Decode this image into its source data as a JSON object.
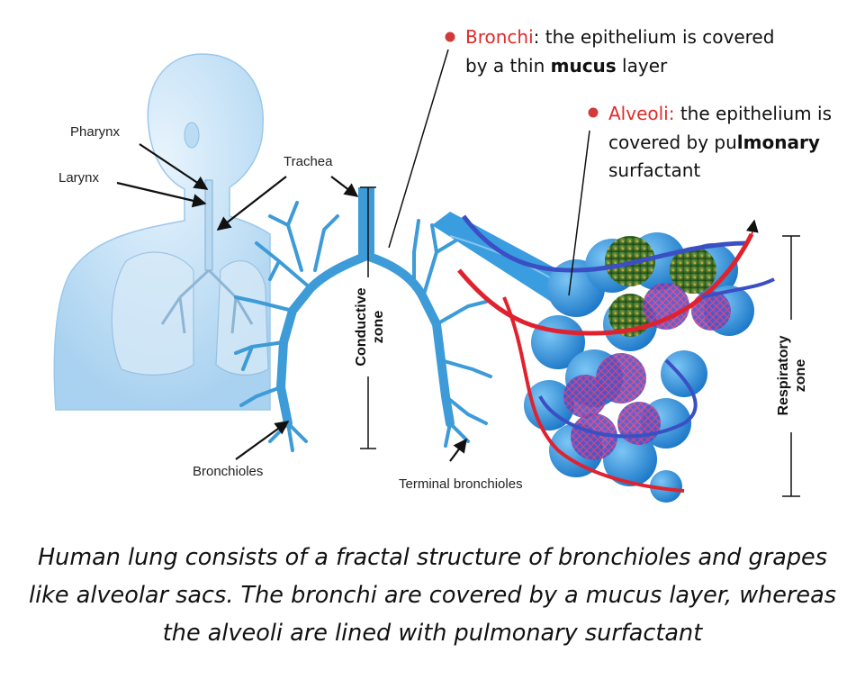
{
  "labels": {
    "pharynx": "Pharynx",
    "larynx": "Larynx",
    "trachea": "Trachea",
    "bronchioles": "Bronchioles",
    "terminal_bronchioles": "Terminal bronchioles",
    "conductive_zone_line1": "Conductive",
    "conductive_zone_line2": "zone",
    "respiratory_zone_line1": "Respiratory",
    "respiratory_zone_line2": "zone"
  },
  "notes": {
    "bronchi": {
      "term": "Bronchi",
      "text1": ": the epithelium is covered",
      "text2a": "by a thin ",
      "text2b": "mucus",
      "text2c": " layer"
    },
    "alveoli": {
      "term": "Alveoli:",
      "text1": " the epithelium is",
      "text2a": "covered by pu",
      "text2b": "lmonary",
      "text3": "surfactant"
    }
  },
  "caption": {
    "line1": "Human lung consists of a fractal structure of bronchioles and grapes",
    "line2": "like alveolar sacs. The bronchi are covered by a mucus layer, whereas",
    "line3": "the alveoli are lined with pulmonary surfactant"
  },
  "colors": {
    "accent_red": "#e02b2b",
    "bronchi_blue": "#3d9bd8",
    "alveoli_blue": "#2f8fdc",
    "body_blue": "#cfe6f8",
    "vein_blue": "#3b4fc4",
    "artery_red": "#e0222f",
    "surfactant_green": "#3f7d2a"
  }
}
